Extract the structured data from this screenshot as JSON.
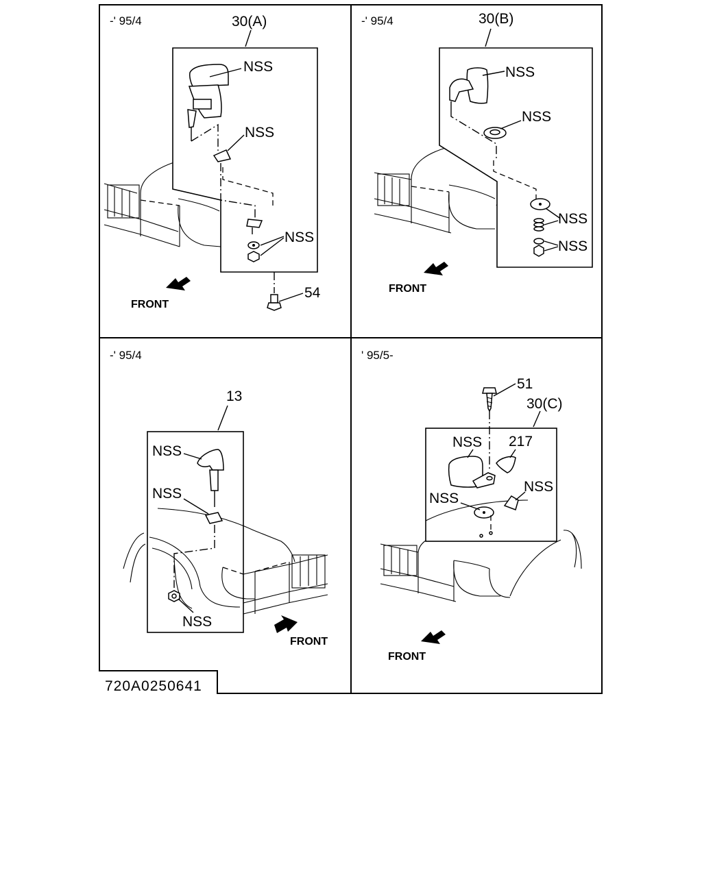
{
  "document_id": "720A0250641",
  "panels": [
    {
      "id": "top-left",
      "period": "-' 95/4",
      "assembly_label": "30(A)",
      "labels": [
        "NSS",
        "NSS",
        "NSS",
        "54"
      ],
      "direction": "FRONT"
    },
    {
      "id": "top-right",
      "period": "-' 95/4",
      "assembly_label": "30(B)",
      "labels": [
        "NSS",
        "NSS",
        "NSS",
        "NSS"
      ],
      "direction": "FRONT"
    },
    {
      "id": "bottom-left",
      "period": "-' 95/4",
      "assembly_label": "13",
      "labels": [
        "NSS",
        "NSS",
        "NSS"
      ],
      "direction": "FRONT"
    },
    {
      "id": "bottom-right",
      "period": "' 95/5-",
      "assembly_label": "30(C)",
      "labels": [
        "51",
        "NSS",
        "217",
        "NSS",
        "NSS"
      ],
      "direction": "FRONT"
    }
  ]
}
